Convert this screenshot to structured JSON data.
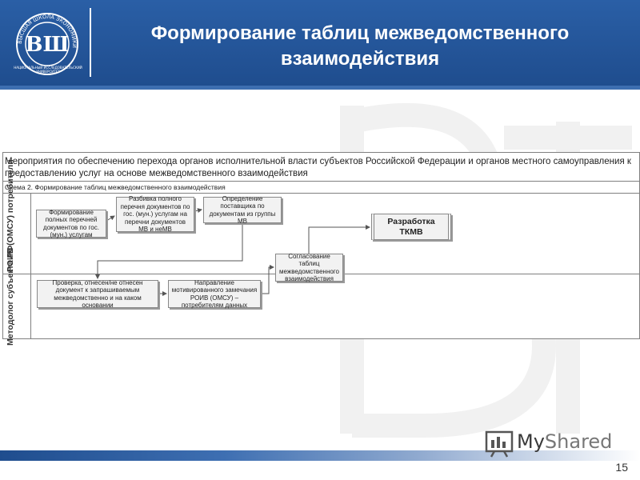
{
  "header": {
    "title": "Формирование таблиц межведомственного взаимодействия",
    "logo_text": "НАЦИОНАЛЬНЫЙ ИССЛЕДОВАТЕЛЬСКИЙ УНИВЕРСИТЕТ",
    "logo_ring_text": "ВЫСШАЯ ШКОЛА ЭКОНОМИКИ",
    "logo_mark": "ВШ"
  },
  "diagram": {
    "title": "Мероприятия по обеспечению перехода органов исполнительной власти субъектов Российской Федерации и органов местного самоуправления к предоставлению услуг на основе межведомственного взаимодействия",
    "subtitle": "Схема 2. Формирование таблиц межведомственного взаимодействия",
    "lanes": [
      "РОИВ (ОМСУ) потребители",
      "Методолог субъекта РФ"
    ],
    "boxes": {
      "b1": "Формирование полных перечней документов по гос.(мун.) услугам",
      "b2": "Разбивка полного перечня документов по гос. (мун.) услугам на перечни документов МВ и неМВ",
      "b3": "Определение поставщика по документам из группы МВ",
      "b4": "Разработка ТКМВ",
      "b5": "Согласование таблиц межведомственного взаимодействия",
      "b6": "Проверка, отнесен/не отнесен документ к запрашиваемым межведомственно и на каком основании",
      "b7": "Направление мотивированного замечания РОИВ (ОМСУ) – потребителям данных"
    }
  },
  "footer": {
    "brand_main": "My",
    "brand_sub": "Shared",
    "page_number": "15"
  },
  "colors": {
    "header_blue": "#1f4d8e",
    "box_fill": "#f2f2f2",
    "border_gray": "#808080"
  }
}
